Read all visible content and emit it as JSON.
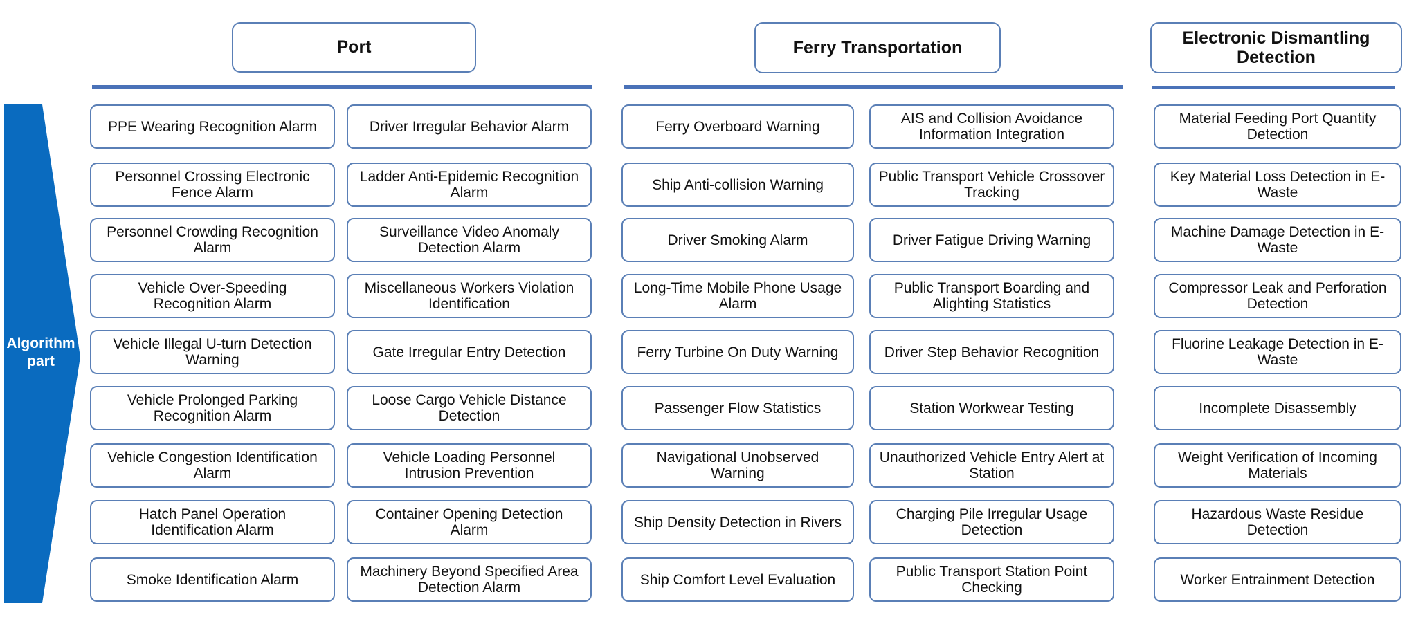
{
  "colors": {
    "accent": "#0a6bbf",
    "border": "#5a7fb6",
    "rule": "#4a72b8"
  },
  "side_label": "Algorithm part",
  "sections": [
    {
      "title": "Port",
      "columns": [
        [
          "PPE Wearing Recognition Alarm",
          "Personnel Crossing Electronic Fence Alarm",
          "Personnel Crowding Recognition Alarm",
          "Vehicle Over-Speeding Recognition Alarm",
          "Vehicle Illegal U-turn Detection Warning",
          "Vehicle Prolonged  Parking Recognition Alarm",
          "Vehicle Congestion Identification Alarm",
          "Hatch Panel Operation Identification Alarm",
          "Smoke Identification Alarm"
        ],
        [
          "Driver Irregular Behavior Alarm",
          "Ladder Anti-Epidemic Recognition Alarm",
          "Surveillance Video Anomaly Detection Alarm",
          "Miscellaneous Workers Violation Identification",
          "Gate Irregular Entry Detection",
          "Loose Cargo Vehicle Distance Detection",
          "Vehicle Loading Personnel Intrusion Prevention",
          "Container Opening Detection Alarm",
          "Machinery Beyond Specified Area Detection Alarm"
        ]
      ]
    },
    {
      "title": "Ferry Transportation",
      "columns": [
        [
          "Ferry Overboard Warning",
          "Ship Anti-collision Warning",
          "Driver Smoking Alarm",
          "Long-Time Mobile Phone Usage Alarm",
          "Ferry Turbine On Duty Warning",
          "Passenger Flow Statistics",
          "Navigational Unobserved Warning",
          "Ship Density Detection in Rivers",
          "Ship Comfort Level Evaluation"
        ],
        [
          "AIS and Collision Avoidance Information Integration",
          "Public Transport Vehicle Crossover Tracking",
          "Driver Fatigue Driving Warning",
          "Public Transport Boarding and Alighting Statistics",
          "Driver Step Behavior Recognition",
          "Station Workwear Testing",
          "Unauthorized Vehicle Entry Alert at Station",
          "Charging Pile Irregular Usage Detection",
          "Public Transport Station Point Checking"
        ]
      ]
    },
    {
      "title": "Electronic Dismantling Detection",
      "columns": [
        [
          "Material Feeding Port Quantity Detection",
          "Key Material Loss Detection in E-Waste",
          "Machine Damage Detection in E-Waste",
          "Compressor Leak and Perforation Detection",
          "Fluorine Leakage Detection in E-Waste",
          "Incomplete Disassembly",
          "Weight Verification of Incoming Materials",
          "Hazardous Waste Residue Detection",
          "Worker Entrainment Detection"
        ]
      ]
    }
  ]
}
